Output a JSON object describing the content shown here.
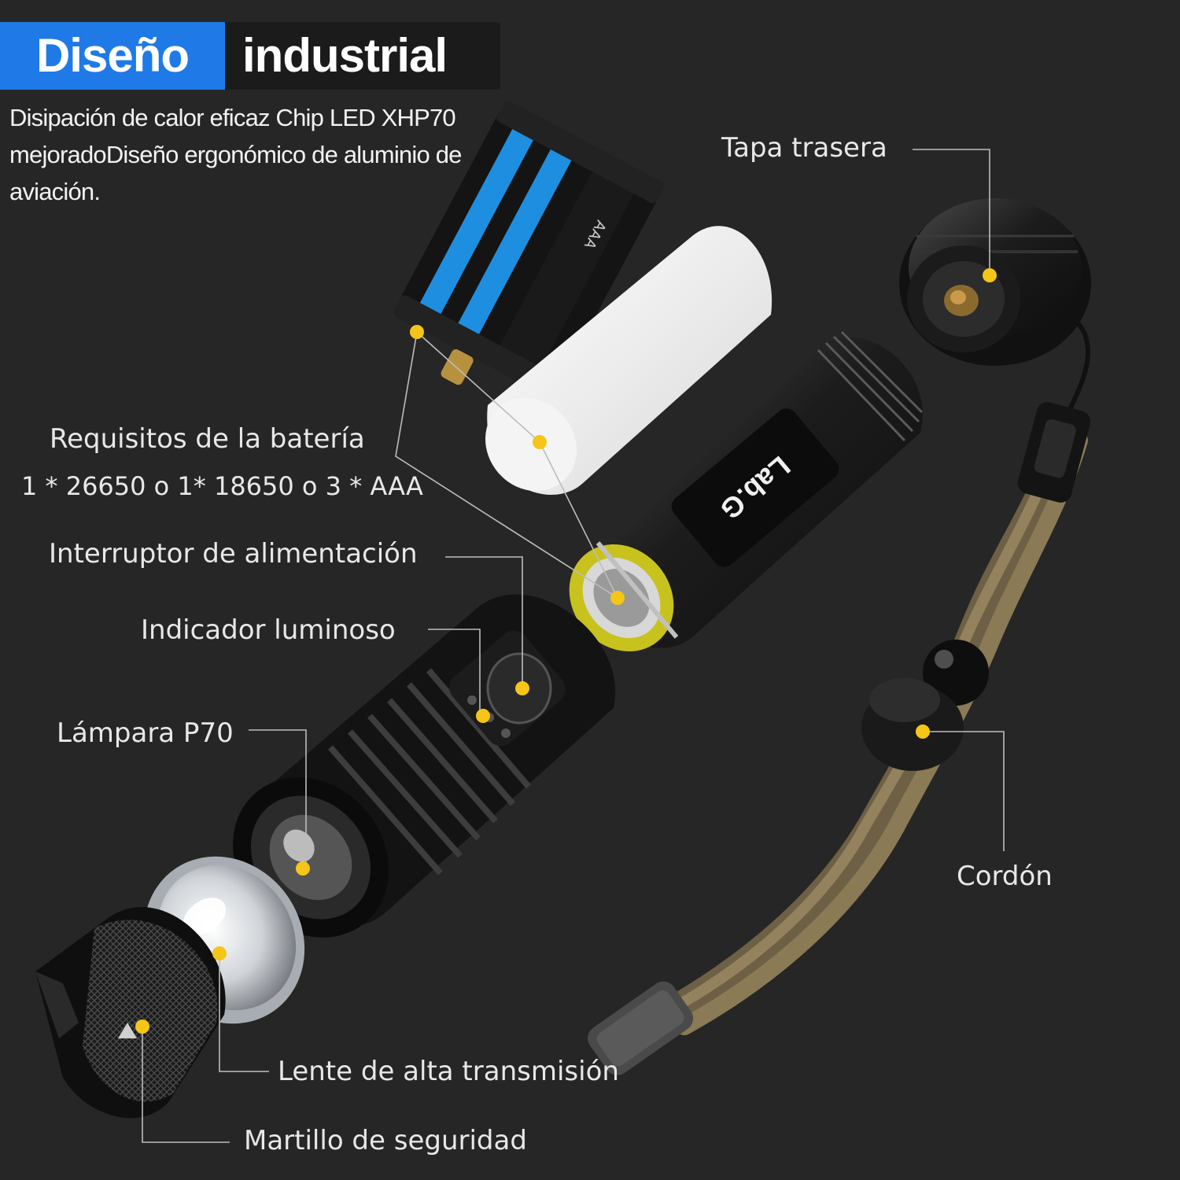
{
  "header": {
    "title_highlight": "Diseño",
    "title_rest": "industrial",
    "description": "Disipación de calor eficaz Chip LED XHP70 mejoradoDiseño ergonómico de aluminio de aviación."
  },
  "brand": "Lab.G",
  "battery_marking": "AAA",
  "labels": {
    "tail_cap": "Tapa trasera",
    "battery_req": "Requisitos de la batería",
    "battery_types": "1 * 26650  o 1* 18650  o 3 * AAA",
    "power_switch": "Interruptor de alimentación",
    "indicator": "Indicador luminoso",
    "lamp": "Lámpara P70",
    "lanyard": "Cordón",
    "lens": "Lente de alta transmisión",
    "hammer": "Martillo de seguridad"
  },
  "colors": {
    "accent_blue": "#1f7ae8",
    "marker_yellow": "#f5c518",
    "background": "#262626",
    "lanyard": "#8a7a55",
    "ring_yellow": "#c8c21e"
  }
}
